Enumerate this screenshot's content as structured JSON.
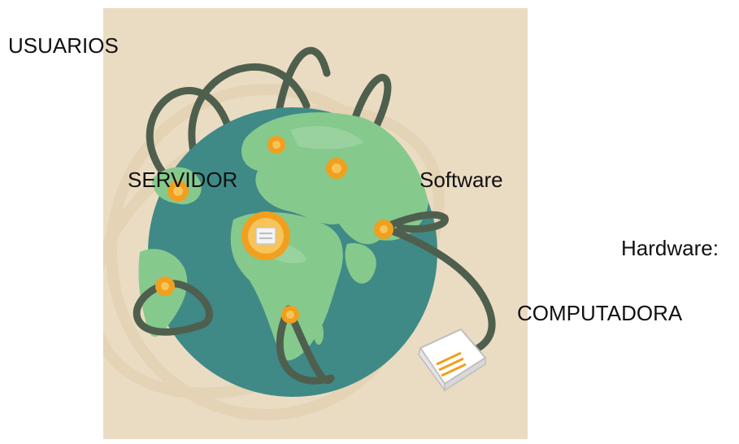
{
  "labels": {
    "usuarios": "USUARIOS",
    "servidor": "SERVIDOR",
    "software": "Software",
    "hardware": "Hardware:",
    "computadora": "COMPUTADORA"
  },
  "colors": {
    "background_panel": "#eadcc2",
    "ocean": "#3f8a86",
    "land": "#86c98d",
    "cable": "#4f5f4e",
    "node": "#f0a01e",
    "node_core": "#f6c45a",
    "terminal": "#f2f2f2"
  },
  "icons": [
    "globe-icon",
    "server-icon",
    "computer-terminal-icon",
    "network-node-icon"
  ]
}
